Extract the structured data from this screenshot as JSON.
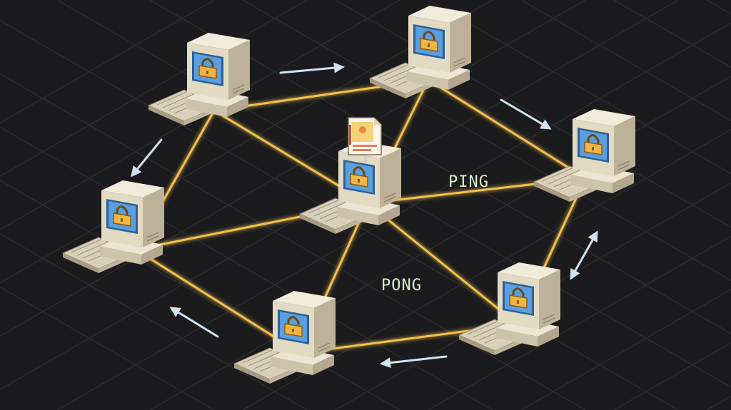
{
  "diagram": {
    "labels": {
      "ping": "PING",
      "pong": "PONG"
    },
    "colors": {
      "background": "#1b1b1d",
      "grid": "#2c2c30",
      "link": "#f2c14e",
      "link_glow": "#f5d77a",
      "arrow": "#cfe3ef",
      "label_text": "#d8f0c8",
      "case": "#e6decb",
      "case_shadow": "#b9ae95",
      "screen": "#4a8fd0",
      "lock": "#f0b545"
    },
    "nodes": [
      {
        "id": "north-west",
        "icon": "padlock-icon"
      },
      {
        "id": "north-east",
        "icon": "padlock-icon"
      },
      {
        "id": "east",
        "icon": "padlock-icon"
      },
      {
        "id": "center",
        "icon": "padlock-icon",
        "badge": "certificate-icon"
      },
      {
        "id": "west",
        "icon": "padlock-icon"
      },
      {
        "id": "south-east",
        "icon": "padlock-icon"
      },
      {
        "id": "south",
        "icon": "padlock-icon"
      }
    ],
    "links": [
      [
        "north-west",
        "north-east"
      ],
      [
        "north-west",
        "west"
      ],
      [
        "north-west",
        "center"
      ],
      [
        "north-east",
        "east"
      ],
      [
        "north-east",
        "center"
      ],
      [
        "east",
        "center"
      ],
      [
        "east",
        "south-east"
      ],
      [
        "west",
        "center"
      ],
      [
        "west",
        "south"
      ],
      [
        "center",
        "south"
      ],
      [
        "center",
        "south-east"
      ],
      [
        "south",
        "south-east"
      ]
    ]
  }
}
